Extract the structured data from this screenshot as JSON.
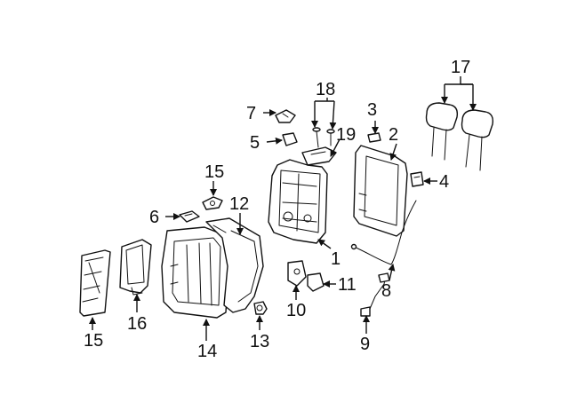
{
  "callouts": {
    "c1": "1",
    "c2": "2",
    "c3": "3",
    "c4": "4",
    "c5": "5",
    "c6": "6",
    "c7": "7",
    "c8": "8",
    "c9": "9",
    "c10": "10",
    "c11": "11",
    "c12": "12",
    "c13": "13",
    "c14": "14",
    "c15a": "15",
    "c15b": "15",
    "c16": "16",
    "c17": "17",
    "c18": "18",
    "c19": "19"
  }
}
